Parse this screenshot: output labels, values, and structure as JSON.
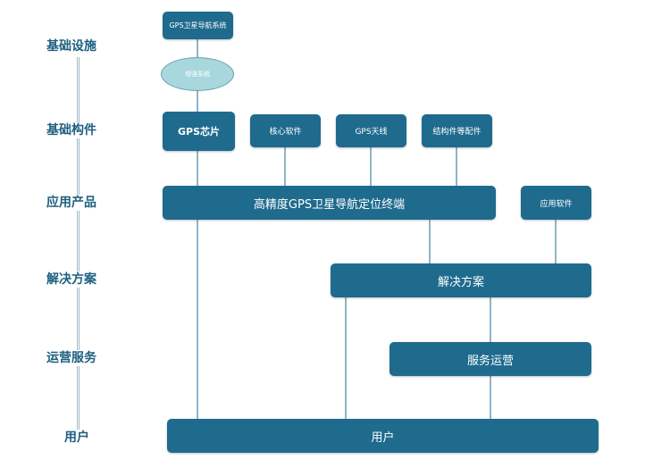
{
  "layers": {
    "infrastructure": "基础设施",
    "components": "基础构件",
    "products": "应用产品",
    "solutions": "解决方案",
    "operations": "运营服务",
    "users": "用户"
  },
  "nodes": {
    "gps_nav_system": "GPS卫星导航系统",
    "augmentation_system": "增强系统",
    "gps_chip": "GPS芯片",
    "core_software": "核心软件",
    "gps_antenna": "GPS天线",
    "structural_parts": "结构件等配件",
    "hp_terminal": "高精度GPS卫星导航定位终端",
    "app_software": "应用软件",
    "solution": "解决方案",
    "service_ops": "服务运营",
    "user": "用户"
  },
  "colors": {
    "box_fill": "#1f6b8e",
    "ellipse_fill": "#a8d7dd",
    "label_text": "#1d5f80",
    "connector": "#8fb5c6"
  }
}
